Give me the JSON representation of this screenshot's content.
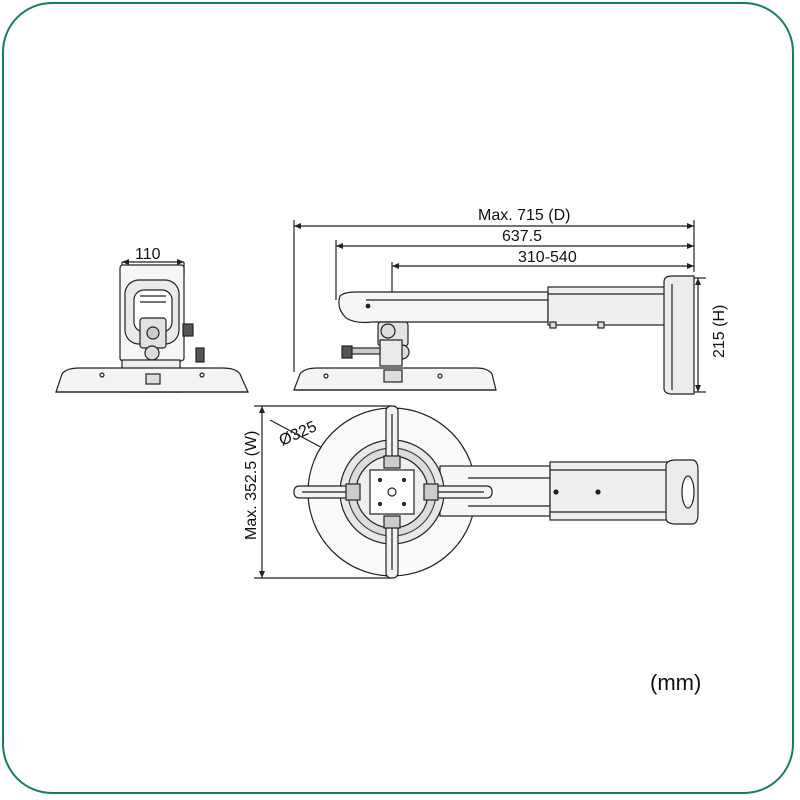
{
  "colors": {
    "frame": "#1a7a68",
    "line": "#222222",
    "fill": "#f2f2f2",
    "dark": "#555555"
  },
  "labels": {
    "width_front": "110",
    "max_depth": "Max. 715 (D)",
    "depth_637": "637.5",
    "range": "310-540",
    "height": "215 (H)",
    "diameter": "Ø325",
    "max_width": "Max. 352.5 (W)",
    "unit": "(mm)"
  }
}
